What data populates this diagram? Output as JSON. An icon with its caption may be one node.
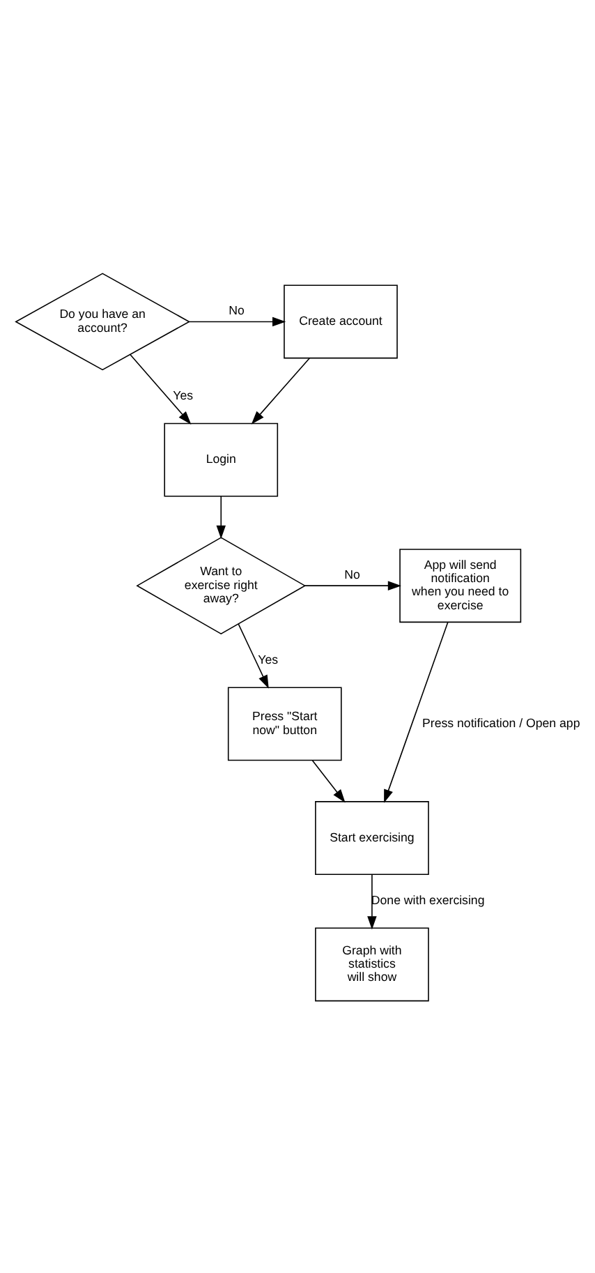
{
  "diagram": {
    "nodes": [
      {
        "text": [
          "Do you have an account?"
        ]
      },
      {
        "text": [
          "Create account"
        ]
      },
      {
        "text": [
          "Login"
        ]
      },
      {
        "text": [
          "Want to exercise right away?"
        ]
      },
      {
        "text": [
          "App will send notification when you need to exercise"
        ]
      },
      {
        "text": [
          "Press \"Start now\" button"
        ]
      },
      {
        "text": [
          "Start exercising"
        ]
      },
      {
        "text": [
          "Graph with statistics will show"
        ]
      }
    ],
    "edges": [
      {
        "from": 0,
        "to": 1,
        "arrow": "to",
        "label": "No"
      },
      {
        "from": 0,
        "to": 2,
        "arrow": "to",
        "label": "Yes"
      },
      {
        "from": 1,
        "to": 2,
        "arrow": "to"
      },
      {
        "from": 2,
        "to": 3,
        "arrow": "to"
      },
      {
        "from": 3,
        "to": 4,
        "arrow": "to",
        "label": "No"
      },
      {
        "from": 3,
        "to": 5,
        "arrow": "to",
        "label": "Yes"
      },
      {
        "from": 5,
        "to": 6,
        "arrow": "to"
      },
      {
        "from": 4,
        "to": 6,
        "arrow": "to",
        "label": "Press notification / Open app"
      },
      {
        "from": 6,
        "to": 7,
        "arrow": "to",
        "label": "Done with exercising"
      }
    ]
  }
}
